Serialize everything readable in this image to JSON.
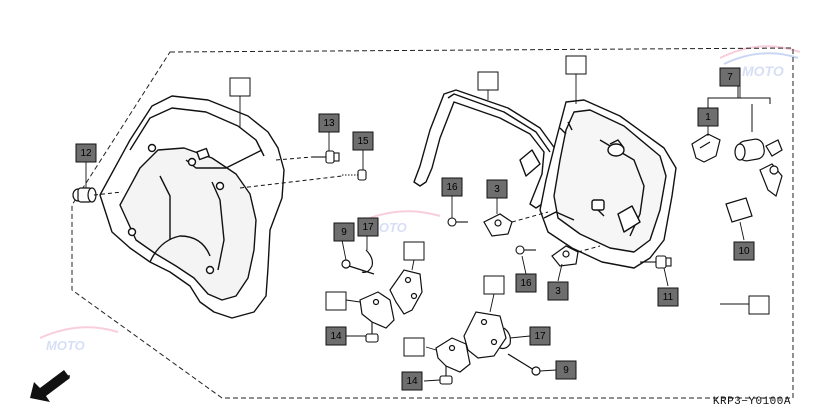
{
  "diagram": {
    "front_label": "FR.",
    "part_code": "KRP3−Y0100A",
    "watermark_text": "MOTO"
  },
  "callouts": [
    {
      "id": "c-topcover",
      "label": ""
    },
    {
      "id": "c-frame-left",
      "label": ""
    },
    {
      "id": "c-frame-right",
      "label": ""
    },
    {
      "id": "c-7",
      "label": "7"
    },
    {
      "id": "c-1",
      "label": "1"
    },
    {
      "id": "c-12",
      "label": "12"
    },
    {
      "id": "c-13",
      "label": "13"
    },
    {
      "id": "c-15",
      "label": "15"
    },
    {
      "id": "c-16a",
      "label": "16"
    },
    {
      "id": "c-3a",
      "label": "3"
    },
    {
      "id": "c-9a",
      "label": "9"
    },
    {
      "id": "c-17a",
      "label": "17"
    },
    {
      "id": "c-bracket-a",
      "label": ""
    },
    {
      "id": "c-bracket-b",
      "label": ""
    },
    {
      "id": "c-14a",
      "label": "14"
    },
    {
      "id": "c-16b",
      "label": "16"
    },
    {
      "id": "c-3b",
      "label": "3"
    },
    {
      "id": "c-10",
      "label": "10"
    },
    {
      "id": "c-11",
      "label": "11"
    },
    {
      "id": "c-bracket-c",
      "label": ""
    },
    {
      "id": "c-17b",
      "label": "17"
    },
    {
      "id": "c-bracket-d",
      "label": ""
    },
    {
      "id": "c-9b",
      "label": "9"
    },
    {
      "id": "c-14b",
      "label": "14"
    },
    {
      "id": "c-assembly",
      "label": ""
    }
  ]
}
